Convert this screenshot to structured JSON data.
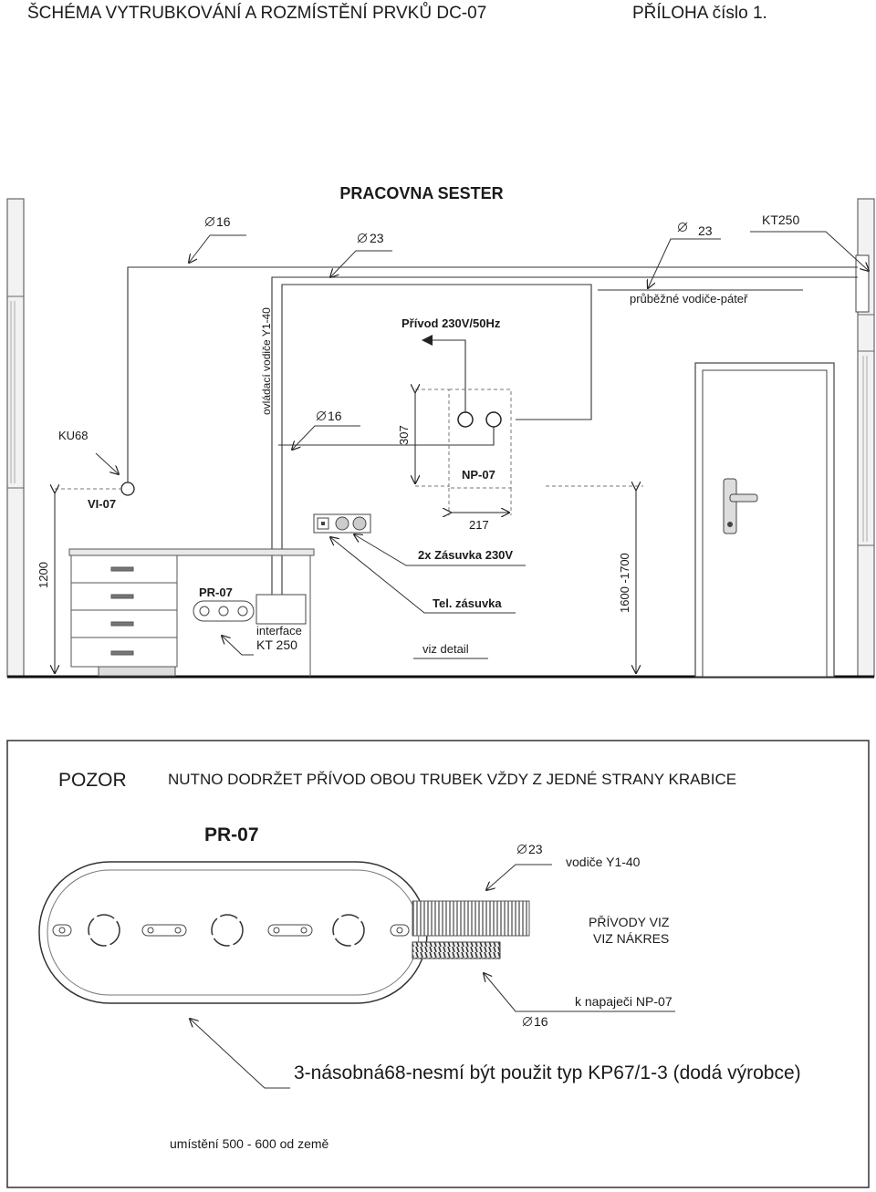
{
  "header": {
    "title": "ŠCHÉMA VYTRUBKOVÁNÍ A ROZMÍSTĚNÍ PRVKŮ DC-07",
    "attachment": "PŘÍLOHA  číslo 1."
  },
  "room": {
    "title": "PRACOVNA SESTER",
    "dia16_top": "16",
    "dia23_top": "23",
    "dia23_right": "23",
    "kt250": "KT250",
    "backbone": "průběžné vodiče-páteř",
    "control_wires": "ovládací vodiče Y1-40",
    "supply": "Přívod 230V/50Hz",
    "dia16_mid": "16",
    "dim_307": "307",
    "ku68": "KU68",
    "np07": "NP-07",
    "vi07": "VI-07",
    "dim_217": "217",
    "sockets_230": "2x Zásuvka 230V",
    "dim_1200": "1200",
    "pr07": "PR-07",
    "tel_socket": "Tel. zásuvka",
    "dim_door": "1600 -1700",
    "interface_1": "interface",
    "interface_2": "KT 250",
    "see_detail": "viz detail"
  },
  "detail": {
    "warning_label": "POZOR",
    "warning_text": "NUTNO DODRŽET PŘÍVOD OBOU TRUBEK VŽDY Z JEDNÉ STRANY KRABICE",
    "title": "PR-07",
    "dia23": "23",
    "wires": "vodiče Y1-40",
    "feeds_1": "PŘÍVODY VIZ",
    "feeds_2": "VIZ NÁKRES",
    "to_np07": "k napaječi NP-07",
    "dia16": "16",
    "box_note": "3-násobná68-nesmí být použit typ KP67/1-3  (dodá výrobce)",
    "placement": "umístění 500 - 600 od země"
  }
}
